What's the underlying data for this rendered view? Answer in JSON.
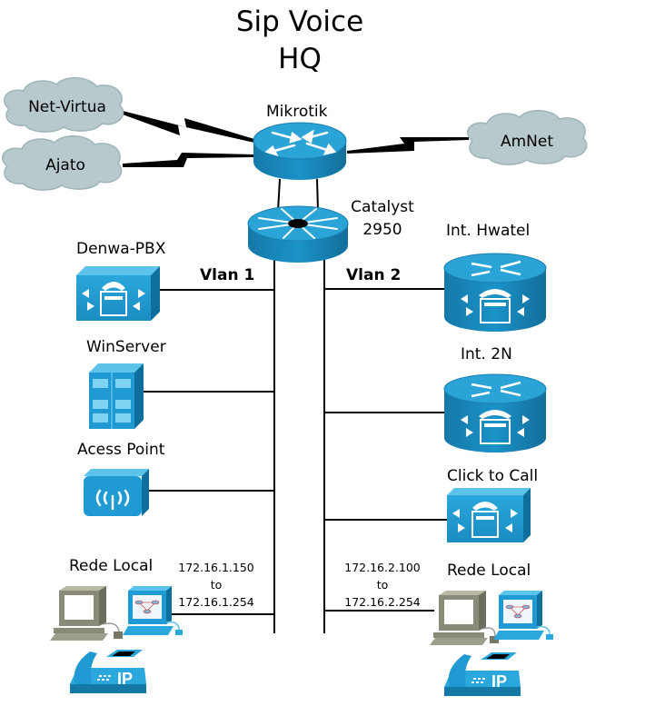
{
  "title": {
    "line1": "Sip Voice",
    "line2": "HQ"
  },
  "clouds": [
    {
      "id": "net-virtua",
      "label": "Net-Virtua"
    },
    {
      "id": "ajato",
      "label": "Ajato"
    },
    {
      "id": "amnet",
      "label": "AmNet"
    }
  ],
  "core": {
    "router_label": "Mikrotik",
    "switch_label_line1": "Catalyst",
    "switch_label_line2": "2950"
  },
  "vlans": {
    "left": "Vlan 1",
    "right": "Vlan 2"
  },
  "vlan1_devices": [
    {
      "label": "Denwa-PBX",
      "icon": "pbx-icon"
    },
    {
      "label": "WinServer",
      "icon": "server-icon"
    },
    {
      "label": "Acess Point",
      "icon": "access-point-icon"
    },
    {
      "label": "Rede Local",
      "icon": "workstations-icon"
    }
  ],
  "vlan2_devices": [
    {
      "label": "Int. Hwatel",
      "icon": "voice-gateway-icon"
    },
    {
      "label": "Int. 2N",
      "icon": "voice-gateway-icon"
    },
    {
      "label": "Click to Call",
      "icon": "pbx-icon"
    },
    {
      "label": "Rede Local",
      "icon": "workstations-icon"
    }
  ],
  "ip_ranges": {
    "vlan1": {
      "start": "172.16.1.150",
      "sep": "to",
      "end": "172.16.1.254"
    },
    "vlan2": {
      "start": "172.16.2.100",
      "sep": "to",
      "end": "172.16.2.254"
    }
  },
  "colors": {
    "device_blue": "#1a8fc4",
    "device_top": "#2aa3d6",
    "cloud_fill": "#b7c9cc",
    "line": "#000000",
    "pc_gray": "#8a8a78"
  }
}
